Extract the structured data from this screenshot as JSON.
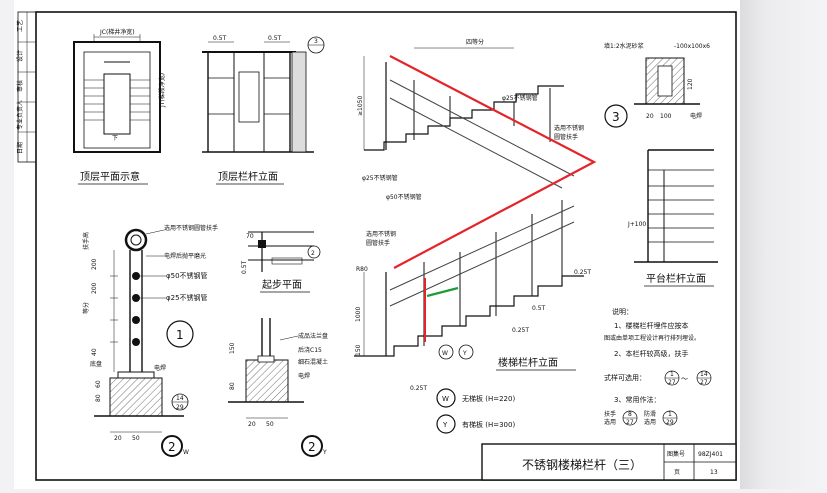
{
  "sheet": {
    "title": "不锈钢楼梯栏杆（三）",
    "atlas_label": "图集号",
    "atlas_no": "98ZJ401",
    "page_label": "页",
    "page_no": "13",
    "side_stamp": [
      "工艺",
      "设计",
      "审核",
      "专业负责人",
      "日期"
    ]
  },
  "views": {
    "top_plan": {
      "title": "顶层平面示意",
      "label_width": "JC(梯井净宽)",
      "label_side": "JT(梯段净宽)",
      "label_down": "下"
    },
    "top_elev": {
      "title": "顶层栏杆立面",
      "dim_a": "0.5T",
      "dim_b": "0.5T",
      "callout": "3",
      "callout_sub": "—"
    },
    "start_plan": {
      "title": "起步平面",
      "dim_70": "70",
      "dim_05t": "0.5T",
      "callout": "2"
    },
    "stair_elev": {
      "title": "楼梯栏杆立面",
      "dim_4t": "四等分",
      "dim_1050": "≥1050",
      "dim_1000": "1000",
      "dim_150": "150",
      "dim_r80": "R80",
      "dim_025t_a": "0.25T",
      "dim_025t_b": "0.25T",
      "dim_025t_c": "0.25T",
      "dim_05t": "0.5T",
      "note_phi25": "φ25不锈钢管",
      "note_phi25_b": "φ25不锈钢管",
      "note_phi50": "φ50不锈钢管",
      "note_handrail": "选用不锈钢",
      "note_handrail2": "圆管扶手",
      "note_handrail_b": "选用不锈钢",
      "note_handrail_b2": "圆管扶手",
      "callout_w": "W",
      "callout_y": "Y"
    },
    "detail1": {
      "callout": "1",
      "n1": "选用不锈钢圆管扶手",
      "n2": "电焊后抛平磨光",
      "n3": "φ50不锈钢管",
      "n4": "φ25不锈钢管",
      "d_200a": "200",
      "d_200b": "200",
      "d_40": "40",
      "d_hand": "扶手高",
      "d_eq": "等分"
    },
    "detail2w": {
      "callout": "2",
      "sub": "W",
      "n_base": "底盘",
      "n_weld": "电焊",
      "n_ref": "14",
      "n_ref2": "29",
      "d_20": "20",
      "d_50": "50",
      "d_80": "80",
      "d_60": "60"
    },
    "detail2y": {
      "callout": "2",
      "sub": "Y",
      "n1": "成品法兰盘",
      "n2": "后浇C15",
      "n3": "细石混凝土",
      "n4": "电焊",
      "d_20": "20",
      "d_50": "50",
      "d_150": "150",
      "d_80": "80"
    },
    "detail3": {
      "callout": "3",
      "n1": "填1:2水泥砂浆",
      "n2": "-100x100x6",
      "n3": "电焊",
      "d_100": "100",
      "d_20": "20",
      "d_120": "120"
    },
    "platform_elev": {
      "title": "平台栏杆立面",
      "d_jt": "J+100"
    }
  },
  "legend": {
    "w_letter": "W",
    "w_text": "无梯板 (H=220)",
    "y_letter": "Y",
    "y_text": "有梯板 (H=300)"
  },
  "notes": {
    "heading": "说明：",
    "n1a": "1、楼梯栏杆埋件应按本",
    "n1b": "图或由单项工程设计再行排列埋设。",
    "n2a": "2、本栏杆较高级，扶手",
    "n2b": "式样可选用：",
    "n2_ref1_top": "1",
    "n2_ref1_bot": "27",
    "n2_tilde": "～",
    "n2_ref2_top": "14",
    "n2_ref2_bot": "27",
    "n3": "3、常用作法：",
    "n3_a": "扶手",
    "n3_a2": "选用",
    "n3_a_top": "8",
    "n3_a_bot": "27",
    "n3_b": "防滑",
    "n3_b2": "选用",
    "n3_b_top": "1",
    "n3_b_bot": "29"
  },
  "annotation_colors": {
    "red": "#e4242a",
    "green": "#1f9c3a"
  }
}
